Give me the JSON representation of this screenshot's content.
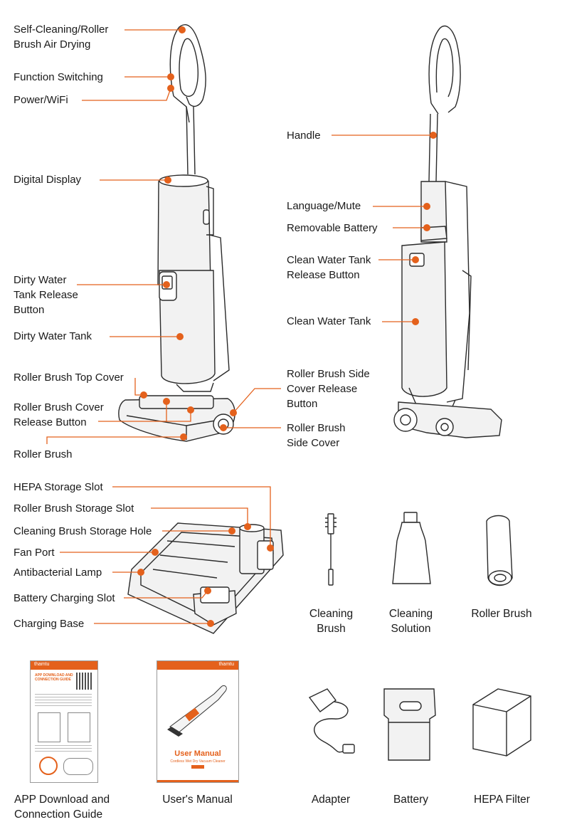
{
  "brand_color": "#e4611c",
  "front_view": {
    "labels": [
      "Self-Cleaning/Roller\nBrush Air Drying",
      "Function Switching",
      "Power/WiFi",
      "Digital Display",
      "Dirty Water\nTank Release\nButton",
      "Dirty Water Tank",
      "Roller Brush Top Cover",
      "Roller Brush Cover\nRelease Button",
      "Roller Brush",
      "Roller Brush Side\nCover Release\nButton",
      "Roller Brush\nSide Cover"
    ]
  },
  "back_view": {
    "labels": [
      "Handle",
      "Language/Mute",
      "Removable Battery",
      "Clean Water Tank\nRelease Button",
      "Clean Water Tank"
    ]
  },
  "base_view": {
    "labels": [
      "HEPA Storage Slot",
      "Roller Brush Storage Slot",
      "Cleaning Brush Storage Hole",
      "Fan Port",
      "Antibacterial Lamp",
      "Battery Charging Slot",
      "Charging Base"
    ]
  },
  "accessories": [
    {
      "icon": "cleaning-brush-icon",
      "caption": "Cleaning\nBrush"
    },
    {
      "icon": "cleaning-solution-bottle-icon",
      "caption": "Cleaning\nSolution"
    },
    {
      "icon": "roller-brush-icon",
      "caption": "Roller Brush"
    },
    {
      "icon": "app-guide-document-icon",
      "caption": "APP Download and\nConnection Guide"
    },
    {
      "icon": "user-manual-document-icon",
      "caption": "User's Manual"
    },
    {
      "icon": "adapter-icon",
      "caption": "Adapter"
    },
    {
      "icon": "battery-icon",
      "caption": "Battery"
    },
    {
      "icon": "hepa-filter-icon",
      "caption": "HEPA Filter"
    }
  ],
  "guide_doc": {
    "brand": "thamtu",
    "title": "APP DOWNLOAD AND\nCONNECTION GUIDE"
  },
  "manual_doc": {
    "brand": "thamtu",
    "title": "User Manual",
    "subtitle": "Cordless Wet Dry Vacuum Cleaner"
  }
}
